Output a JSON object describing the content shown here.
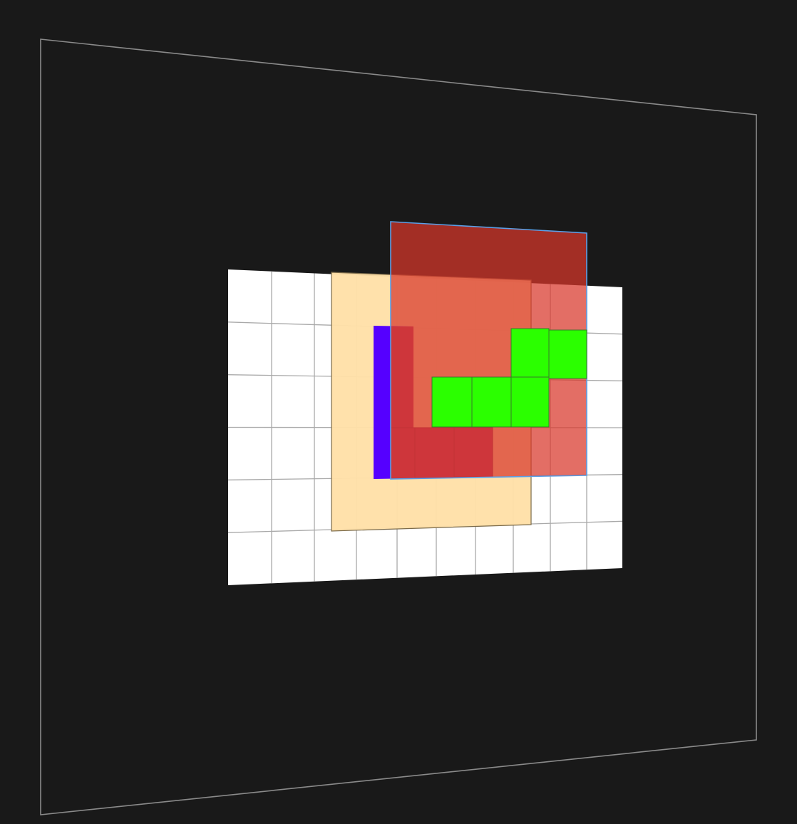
{
  "colors": {
    "background": "#191919",
    "frame_stroke": "#8a8a8a",
    "grid_fill": "#ffffff",
    "grid_line": "#a9a9a9",
    "orange_panel": "#ffe0a8",
    "orange_panel_stroke": "#7a6a4a",
    "red_panel": "#d8362a",
    "red_panel_stroke": "#5aa0e8",
    "purple_piece": "#5500ff",
    "magenta_piece": "#b4366a",
    "green_piece": "#2bff00",
    "green_piece_stroke": "#3a7a2a"
  },
  "grid": {
    "columns": 10,
    "rows": 6
  },
  "pieces": {
    "green_cells": [
      [
        7,
        1
      ],
      [
        8,
        1
      ],
      [
        5,
        2
      ],
      [
        6,
        2
      ],
      [
        7,
        2
      ]
    ],
    "magenta_cells": [
      [
        4,
        3
      ],
      [
        5,
        3
      ]
    ]
  }
}
